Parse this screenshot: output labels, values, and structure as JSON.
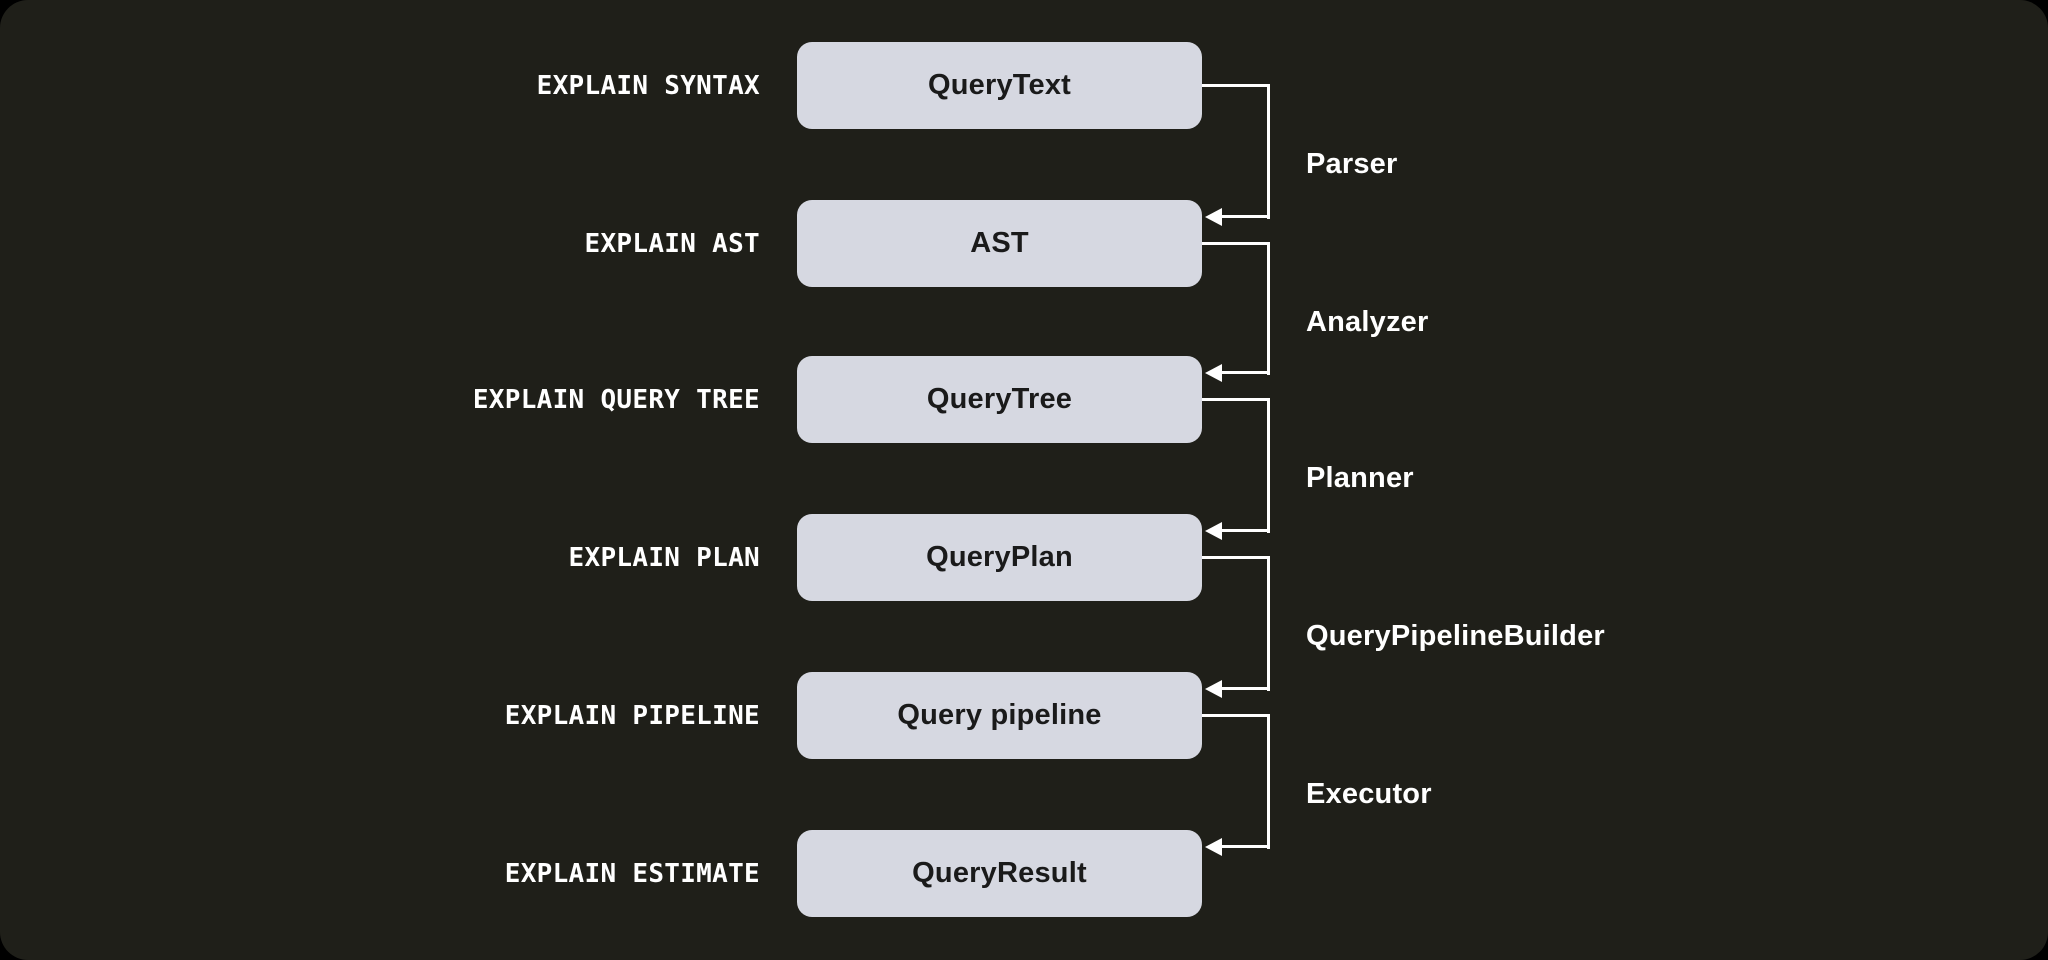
{
  "diagram": {
    "description": "Query execution pipeline diagram mapping EXPLAIN commands to internal artifacts and processing stages",
    "rows": [
      {
        "command": "EXPLAIN SYNTAX",
        "artifact": "QueryText"
      },
      {
        "command": "EXPLAIN AST",
        "artifact": "AST"
      },
      {
        "command": "EXPLAIN QUERY TREE",
        "artifact": "QueryTree"
      },
      {
        "command": "EXPLAIN PLAN",
        "artifact": "QueryPlan"
      },
      {
        "command": "EXPLAIN PIPELINE",
        "artifact": "Query pipeline"
      },
      {
        "command": "EXPLAIN ESTIMATE",
        "artifact": "QueryResult"
      }
    ],
    "stages": [
      {
        "label": "Parser"
      },
      {
        "label": "Analyzer"
      },
      {
        "label": "Planner"
      },
      {
        "label": "QueryPipelineBuilder"
      },
      {
        "label": "Executor"
      }
    ],
    "colors": {
      "page_background": "#000000",
      "canvas_background": "#1f1f19",
      "box_fill": "#d6d8e1",
      "box_text": "#1a1a1a",
      "line": "#ffffff",
      "label_text": "#ffffff"
    }
  }
}
